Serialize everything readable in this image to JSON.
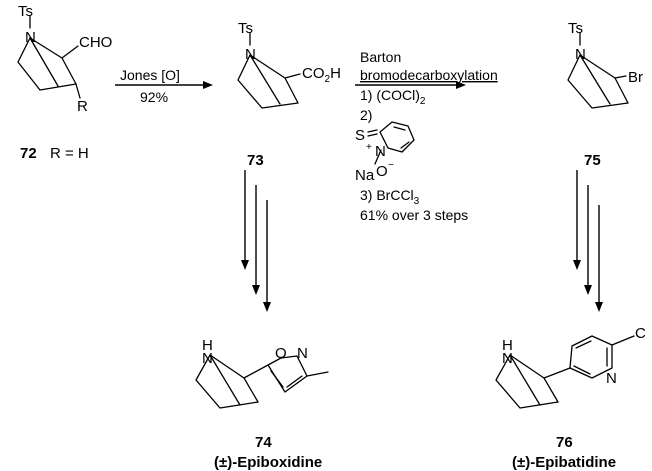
{
  "compounds": {
    "c72": {
      "number": "72",
      "r_def": "R = H",
      "ts": "Ts",
      "n": "N",
      "cho": "CHO",
      "r": "R"
    },
    "c73": {
      "number": "73",
      "ts": "Ts",
      "n": "N",
      "co2h_main": "CO",
      "co2h_sub": "2",
      "co2h_end": "H"
    },
    "c75": {
      "number": "75",
      "ts": "Ts",
      "n": "N",
      "br": "Br"
    },
    "c74": {
      "number": "74",
      "name": "(±)-Epiboxidine",
      "h": "H",
      "n": "N",
      "ring_o": "O",
      "ring_n": "N"
    },
    "c76": {
      "number": "76",
      "name": "(±)-Epibatidine",
      "h": "H",
      "n": "N",
      "ring_n": "N",
      "cl": "C"
    }
  },
  "step1": {
    "reagent": "Jones [O]",
    "yield": "92%"
  },
  "step2": {
    "line1": "Barton",
    "line2": "bromodecarboxylation",
    "r1": "1) (COCl)",
    "r1_sub": "2",
    "r2": "2)",
    "thione_s": "S",
    "ring_n": "N",
    "plus": "+",
    "na": "Na",
    "o": "O",
    "minus": "−",
    "r3": "3) BrCCl",
    "r3_sub": "3",
    "overall": "61% over 3 steps"
  }
}
